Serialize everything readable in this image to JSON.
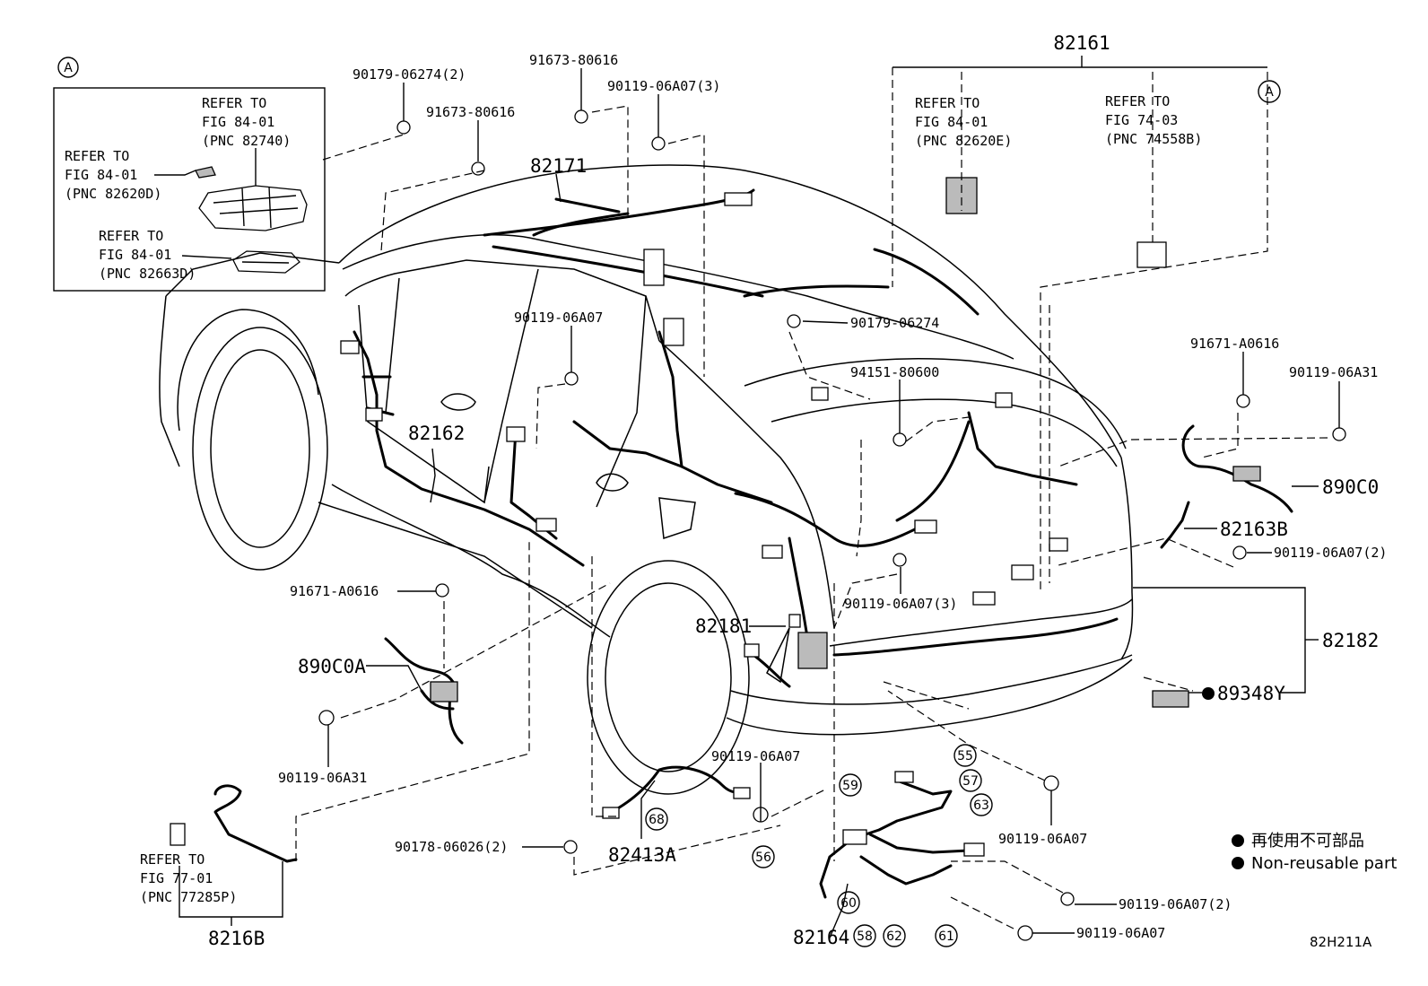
{
  "diagram_id": "82H211A",
  "inset": {
    "circle": "A"
  },
  "labels": {
    "p82161": "82161",
    "p82171": "82171",
    "p82162": "82162",
    "p82163B": "82163B",
    "p82181": "82181",
    "p82182": "82182",
    "p82164": "82164",
    "p82413A": "82413A",
    "p8216B": "8216B",
    "p890C0": "890C0",
    "p890C0A": "890C0A",
    "p89348Y": "89348Y",
    "b_90179_06274_2": "90179-06274(2)",
    "b_91673_80616_a": "91673-80616",
    "b_91673_80616_b": "91673-80616",
    "b_90119_06A07_3_top": "90119-06A07(3)",
    "b_90119_06A07_mid": "90119-06A07",
    "b_90179_06274": "90179-06274",
    "b_94151_80600": "94151-80600",
    "b_91671_A0616_r": "91671-A0616",
    "b_90119_06A31_r": "90119-06A31",
    "b_90119_06A07_2_r": "90119-06A07(2)",
    "b_90119_06A07_3_low": "90119-06A07(3)",
    "b_91671_A0616_l": "91671-A0616",
    "b_90119_06A31_l": "90119-06A31",
    "b_90119_06A07_low": "90119-06A07",
    "b_90178_06026_2": "90178-06026(2)",
    "b_90119_06A07_br": "90119-06A07",
    "b_90119_06A07_2_br": "90119-06A07(2)",
    "b_90119_06A07_bot": "90119-06A07"
  },
  "refs": [
    {
      "l1": "REFER TO",
      "l2": "FIG 84-01",
      "l3": "(PNC 82740)"
    },
    {
      "l1": "REFER TO",
      "l2": "FIG 84-01",
      "l3": "(PNC 82620D)"
    },
    {
      "l1": "REFER TO",
      "l2": "FIG 84-01",
      "l3": "(PNC 82663D)"
    },
    {
      "l1": "REFER TO",
      "l2": "FIG 84-01",
      "l3": "(PNC 82620E)"
    },
    {
      "l1": "REFER TO",
      "l2": "FIG 74-03",
      "l3": "(PNC 74558B)"
    },
    {
      "l1": "REFER TO",
      "l2": "FIG 77-01",
      "l3": "(PNC 77285P)"
    }
  ],
  "circled": [
    "A",
    "55",
    "57",
    "59",
    "63",
    "56",
    "60",
    "58",
    "62",
    "61",
    "68"
  ],
  "legend": {
    "jp": "再使用不可部品",
    "en": "Non-reusable part"
  }
}
